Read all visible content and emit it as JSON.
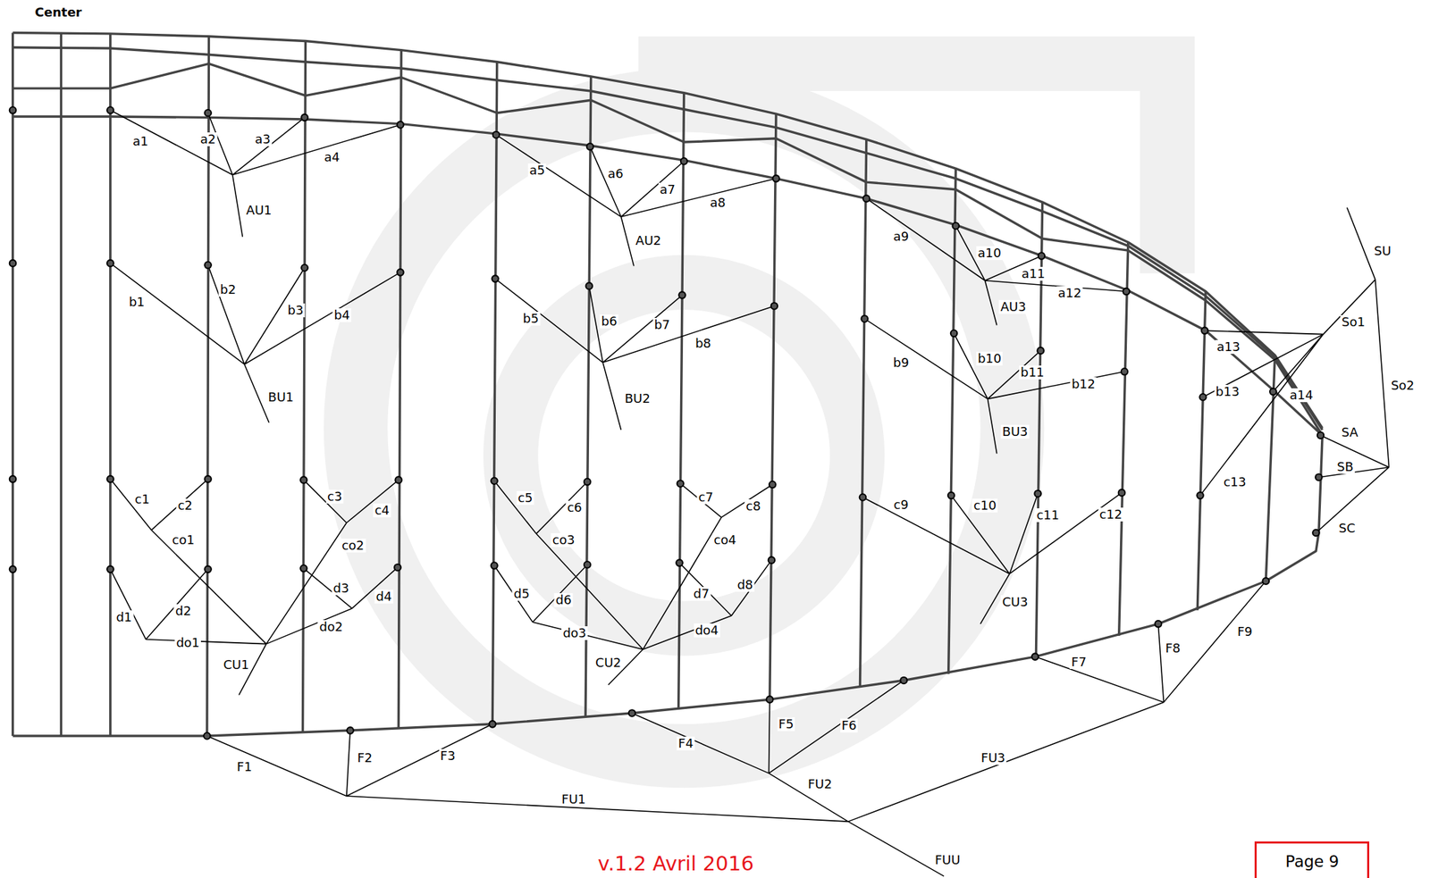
{
  "diagram": {
    "nodes": [
      {
        "text": [
          "Page 9"
        ]
      }
    ],
    "labels": [
      "Center",
      "a1",
      "a2",
      "a3",
      "a4",
      "AU1",
      "a5",
      "a6",
      "a7",
      "a8",
      "AU2",
      "a9",
      "a10",
      "a11",
      "a12",
      "AU3",
      "a13",
      "a14",
      "SU",
      "So1",
      "So2",
      "SA",
      "SB",
      "SC",
      "b1",
      "b2",
      "b3",
      "b4",
      "BU1",
      "b5",
      "b6",
      "b7",
      "b8",
      "BU2",
      "b9",
      "b10",
      "b11",
      "b12",
      "BU3",
      "b13",
      "c1",
      "c2",
      "co1",
      "c3",
      "c4",
      "co2",
      "d1",
      "d2",
      "do1",
      "d3",
      "d4",
      "do2",
      "CU1",
      "c5",
      "c6",
      "co3",
      "c7",
      "c8",
      "co4",
      "d5",
      "d6",
      "do3",
      "d7",
      "d8",
      "do4",
      "CU2",
      "c9",
      "c10",
      "c11",
      "c12",
      "CU3",
      "c13",
      "F1",
      "F2",
      "F3",
      "FU1",
      "F4",
      "F5",
      "F6",
      "FU2",
      "F7",
      "F8",
      "F9",
      "FU3",
      "FUU",
      "v.1.2 Avril 2016"
    ]
  }
}
